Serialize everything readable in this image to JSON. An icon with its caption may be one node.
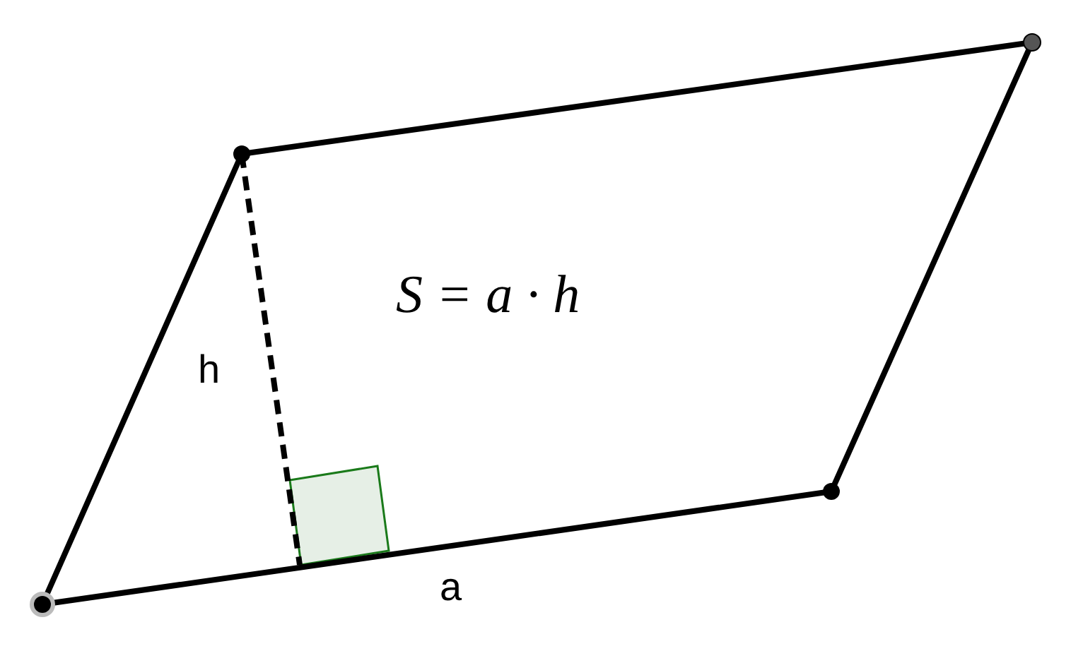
{
  "diagram": {
    "labels": [
      "S = a · h",
      "h",
      "a"
    ]
  }
}
